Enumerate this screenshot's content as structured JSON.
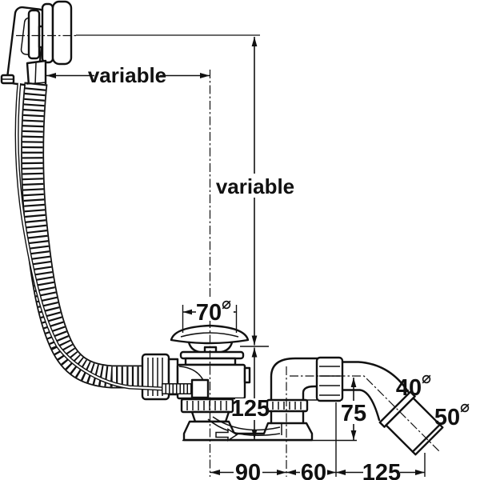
{
  "diagram": {
    "description": "technical dimension drawing of bathtub waste and overflow drain set",
    "labels": {
      "variable_horizontal": "variable",
      "variable_vertical": "variable",
      "cap_diameter_value": "70",
      "cap_diameter_symbol": "⌀",
      "height_125": "125",
      "outlet_height_75": "75",
      "outlet_diameter_value": "40",
      "outlet_diameter_symbol": "⌀",
      "socket_diameter_value": "50",
      "socket_diameter_symbol": "⌀",
      "bottom_90": "90",
      "bottom_60": "60",
      "bottom_125": "125"
    },
    "colors": {
      "line": "#111111",
      "background": "#ffffff"
    }
  }
}
